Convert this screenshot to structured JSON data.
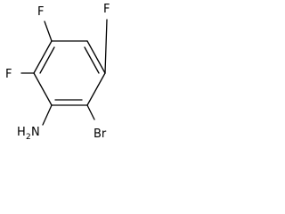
{
  "molecule": {
    "atoms": {
      "f_top_left": "F",
      "f_top_right": "F",
      "f_left": "F",
      "br": "Br",
      "nh2_h": "H",
      "nh2_sub": "2",
      "nh2_n": "N"
    }
  }
}
